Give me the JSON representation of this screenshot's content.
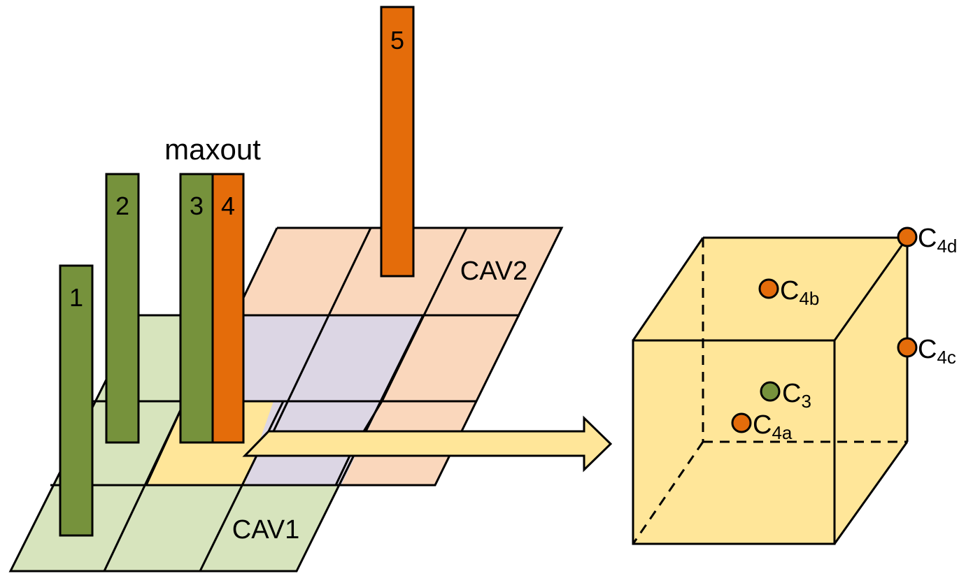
{
  "labels": {
    "maxout": "maxout",
    "cav1": "CAV1",
    "cav2": "CAV2"
  },
  "bars": [
    {
      "id": "1",
      "label": "1",
      "color": "green"
    },
    {
      "id": "2",
      "label": "2",
      "color": "green"
    },
    {
      "id": "3",
      "label": "3",
      "color": "green"
    },
    {
      "id": "4",
      "label": "4",
      "color": "orange"
    },
    {
      "id": "5",
      "label": "5",
      "color": "orange"
    }
  ],
  "points": [
    {
      "id": "c4d",
      "base": "C",
      "sub": "4d",
      "color": "orange"
    },
    {
      "id": "c4b",
      "base": "C",
      "sub": "4b",
      "color": "orange"
    },
    {
      "id": "c4c",
      "base": "C",
      "sub": "4c",
      "color": "orange"
    },
    {
      "id": "c3",
      "base": "C",
      "sub": "3",
      "color": "green"
    },
    {
      "id": "c4a",
      "base": "C",
      "sub": "4a",
      "color": "orange"
    }
  ],
  "colors": {
    "green": "#76923c",
    "orange": "#e46c0a",
    "green_grid": "#d7e4bd",
    "orange_grid": "#fad7bc",
    "overlap": "#dcd6e4",
    "highlight": "#ffe699",
    "outline": "#000000"
  }
}
